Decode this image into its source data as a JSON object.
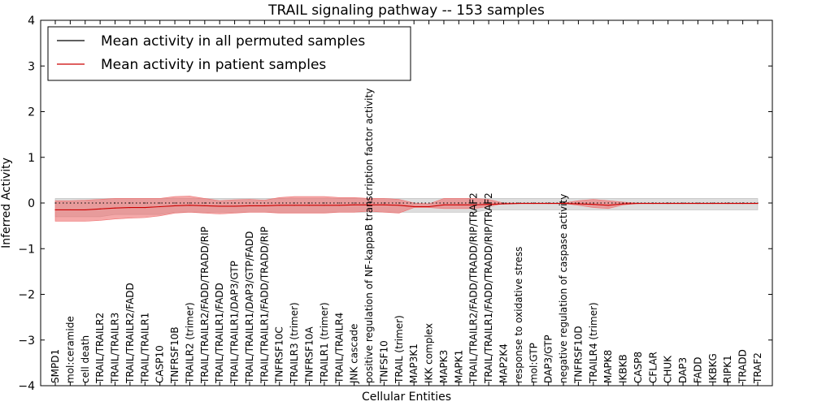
{
  "chart_data": {
    "type": "line",
    "title": "TRAIL signaling pathway -- 153 samples",
    "xlabel": "Cellular Entities",
    "ylabel": "Inferred Activity",
    "ylim": [
      -4,
      4
    ],
    "yticks": [
      4,
      3,
      2,
      1,
      0,
      -1,
      -2,
      -3,
      -4
    ],
    "ytick_labels": [
      "4",
      "3",
      "2",
      "1",
      "0",
      "−1",
      "−2",
      "−3",
      "−4"
    ],
    "legend_position": "top-left",
    "categories": [
      "SMPD1",
      "mol:ceramide",
      "cell death",
      "TRAIL/TRAILR2",
      "TRAIL/TRAILR3",
      "TRAIL/TRAILR2/FADD",
      "TRAIL/TRAILR1",
      "CASP10",
      "TNFRSF10B",
      "TRAILR2 (trimer)",
      "TRAIL/TRAILR2/FADD/TRADD/RIP",
      "TRAIL/TRAILR1/FADD",
      "TRAIL/TRAILR1/DAP3/GTP",
      "TRAIL/TRAILR1/DAP3/GTP/FADD",
      "TRAIL/TRAILR1/FADD/TRADD/RIP",
      "TNFRSF10C",
      "TRAILR3 (trimer)",
      "TNFRSF10A",
      "TRAILR1 (trimer)",
      "TRAIL/TRAILR4",
      "JNK cascade",
      "positive regulation of NF-kappaB transcription factor activity",
      "TNFSF10",
      "TRAIL (trimer)",
      "MAP3K1",
      "IKK complex",
      "MAPK3",
      "MAPK1",
      "TRAIL/TRAILR2/FADD/TRADD/RIP/TRAF2",
      "TRAIL/TRAILR1/FADD/TRADD/RIP/TRAF2",
      "MAP2K4",
      "response to oxidative stress",
      "mol:GTP",
      "DAP3/GTP",
      "negative regulation of caspase activity",
      "TNFRSF10D",
      "TRAILR4 (trimer)",
      "MAPK8",
      "IKBKB",
      "CASP8",
      "CFLAR",
      "CHUK",
      "DAP3",
      "FADD",
      "IKBKG",
      "RIPK1",
      "TRADD",
      "TRAF2"
    ],
    "series": [
      {
        "name": "Mean activity in all permuted samples",
        "color": "#000000",
        "band_color": "#bbbbbb",
        "values": [
          0.0,
          0.0,
          0.0,
          0.0,
          0.0,
          0.0,
          0.0,
          0.0,
          0.0,
          0.0,
          0.0,
          0.0,
          0.0,
          0.0,
          0.0,
          0.0,
          0.0,
          0.0,
          0.0,
          0.0,
          0.0,
          0.0,
          0.0,
          0.0,
          0.0,
          0.0,
          0.0,
          0.0,
          0.0,
          0.0,
          0.0,
          0.0,
          0.0,
          0.0,
          0.0,
          0.0,
          0.0,
          0.0,
          0.0,
          0.0,
          0.0,
          0.0,
          0.0,
          0.0,
          0.0,
          0.0,
          0.0,
          0.0
        ],
        "lower": [
          -0.3,
          -0.3,
          -0.3,
          -0.3,
          -0.25,
          -0.25,
          -0.25,
          -0.25,
          -0.2,
          -0.2,
          -0.2,
          -0.2,
          -0.2,
          -0.2,
          -0.2,
          -0.2,
          -0.2,
          -0.2,
          -0.2,
          -0.2,
          -0.2,
          -0.2,
          -0.2,
          -0.2,
          -0.2,
          -0.2,
          -0.2,
          -0.2,
          -0.2,
          -0.15,
          -0.15,
          -0.15,
          -0.15,
          -0.15,
          -0.15,
          -0.15,
          -0.15,
          -0.15,
          -0.15,
          -0.15,
          -0.15,
          -0.15,
          -0.15,
          -0.15,
          -0.15,
          -0.15,
          -0.15,
          -0.15
        ],
        "upper": [
          0.1,
          0.1,
          0.1,
          0.1,
          0.1,
          0.1,
          0.1,
          0.1,
          0.1,
          0.1,
          0.1,
          0.1,
          0.1,
          0.1,
          0.1,
          0.1,
          0.1,
          0.1,
          0.1,
          0.1,
          0.1,
          0.1,
          0.1,
          0.1,
          0.1,
          0.1,
          0.1,
          0.1,
          0.1,
          0.1,
          0.1,
          0.1,
          0.1,
          0.1,
          0.1,
          0.1,
          0.1,
          0.1,
          0.1,
          0.1,
          0.1,
          0.1,
          0.1,
          0.1,
          0.1,
          0.1,
          0.1,
          0.1
        ],
        "line_style": "dotted"
      },
      {
        "name": "Mean activity in patient samples",
        "color": "#cc0000",
        "band_color": "#ee7070",
        "values": [
          -0.15,
          -0.15,
          -0.15,
          -0.13,
          -0.11,
          -0.1,
          -0.1,
          -0.08,
          -0.06,
          -0.05,
          -0.06,
          -0.07,
          -0.07,
          -0.06,
          -0.06,
          -0.05,
          -0.05,
          -0.05,
          -0.05,
          -0.05,
          -0.04,
          -0.04,
          -0.04,
          -0.05,
          -0.08,
          -0.08,
          -0.04,
          -0.04,
          -0.04,
          -0.03,
          -0.02,
          -0.01,
          -0.01,
          -0.01,
          -0.01,
          -0.02,
          -0.03,
          -0.05,
          -0.02,
          -0.01,
          -0.01,
          -0.01,
          -0.01,
          -0.01,
          -0.01,
          -0.01,
          -0.01,
          -0.01
        ],
        "lower": [
          -0.4,
          -0.4,
          -0.4,
          -0.38,
          -0.35,
          -0.33,
          -0.32,
          -0.28,
          -0.22,
          -0.2,
          -0.22,
          -0.24,
          -0.22,
          -0.2,
          -0.2,
          -0.22,
          -0.22,
          -0.22,
          -0.22,
          -0.2,
          -0.2,
          -0.18,
          -0.2,
          -0.22,
          -0.1,
          -0.1,
          -0.12,
          -0.12,
          -0.12,
          -0.08,
          -0.01,
          -0.01,
          -0.01,
          -0.01,
          -0.01,
          -0.05,
          -0.1,
          -0.12,
          -0.04,
          -0.01,
          -0.01,
          -0.01,
          -0.01,
          -0.01,
          -0.01,
          -0.01,
          -0.01,
          -0.01
        ],
        "upper": [
          0.05,
          0.05,
          0.06,
          0.08,
          0.1,
          0.1,
          0.1,
          0.1,
          0.14,
          0.15,
          0.1,
          0.05,
          0.07,
          0.08,
          0.06,
          0.12,
          0.14,
          0.14,
          0.14,
          0.12,
          0.12,
          0.1,
          0.1,
          0.08,
          0.0,
          -0.02,
          0.1,
          0.1,
          0.1,
          0.08,
          0.0,
          0.0,
          0.0,
          0.0,
          0.0,
          0.05,
          0.08,
          0.05,
          0.02,
          0.0,
          0.0,
          0.0,
          0.0,
          0.0,
          0.0,
          0.0,
          0.0,
          0.0
        ],
        "line_style": "solid"
      }
    ]
  }
}
